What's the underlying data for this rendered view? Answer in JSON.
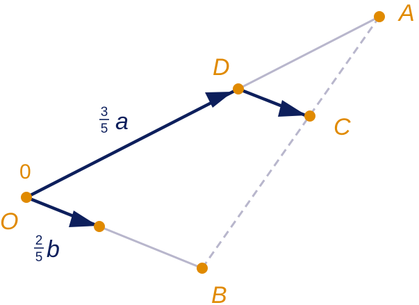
{
  "colors": {
    "point": "#E08A00",
    "label": "#E08A00",
    "vector": "#0D1F5C",
    "segment": "#B8B6CC"
  },
  "points": {
    "O": "O",
    "A": "A",
    "B": "B",
    "C": "C",
    "D": "D"
  },
  "origin_extra_label": "0",
  "vectors": {
    "OD": {
      "num": "3",
      "den": "5",
      "var": "a"
    },
    "OE": {
      "num": "2",
      "den": "5",
      "var": "b"
    }
  }
}
